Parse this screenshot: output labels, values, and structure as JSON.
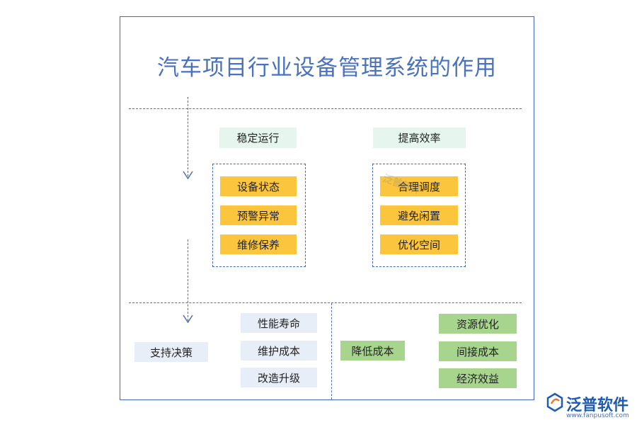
{
  "title": "汽车项目行业设备管理系统的作用",
  "left_group": {
    "header": "稳定运行",
    "items": [
      "设备状态",
      "预警异常",
      "维修保养"
    ]
  },
  "right_group": {
    "header": "提高效率",
    "items": [
      "合理调度",
      "避免闲置",
      "优化空间"
    ]
  },
  "bottom_left": {
    "label": "支持决策",
    "items": [
      "性能寿命",
      "维护成本",
      "改造升级"
    ]
  },
  "bottom_right": {
    "label": "降低成本",
    "items": [
      "资源优化",
      "间接成本",
      "经济效益"
    ]
  },
  "watermark": "泛普软件",
  "logo": {
    "name": "泛普软件",
    "url": "www.fanpusoft.com"
  },
  "colors": {
    "frame": "#3f68b8",
    "mint": "#e6f6ee",
    "amber": "#fbc53d",
    "ice": "#e8eef8",
    "green": "#a7d58d"
  }
}
